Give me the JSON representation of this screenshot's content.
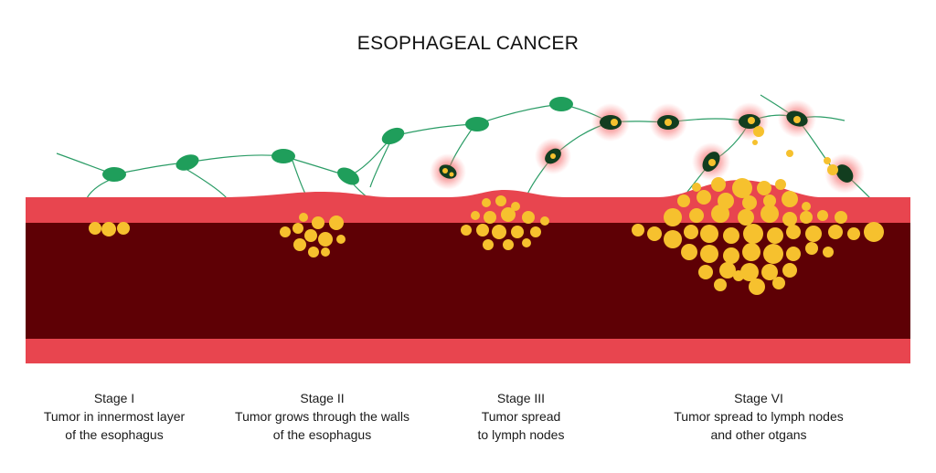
{
  "title": "ESOPHAGEAL CANCER",
  "stages": [
    {
      "name": "Stage I",
      "line1": "Tumor in innermost layer",
      "line2": "of the esophagus"
    },
    {
      "name": "Stage II",
      "line1": "Tumor grows through the walls",
      "line2": "of the esophagus"
    },
    {
      "name": "Stage III",
      "line1": "Tumor spread",
      "line2": "to lymph nodes"
    },
    {
      "name": "Stage VI",
      "line1": "Tumor spread to lymph nodes",
      "line2": "and other otgans"
    }
  ],
  "colors": {
    "outer_layer": "#e8454f",
    "inner_layer": "#5e0005",
    "tumor": "#f6c12e",
    "lymph_node": "#1f9e5b",
    "lymph_vessel": "#2b9c66",
    "infected_node_glow": "#f25a5a",
    "infected_node_body": "#123d1f"
  }
}
